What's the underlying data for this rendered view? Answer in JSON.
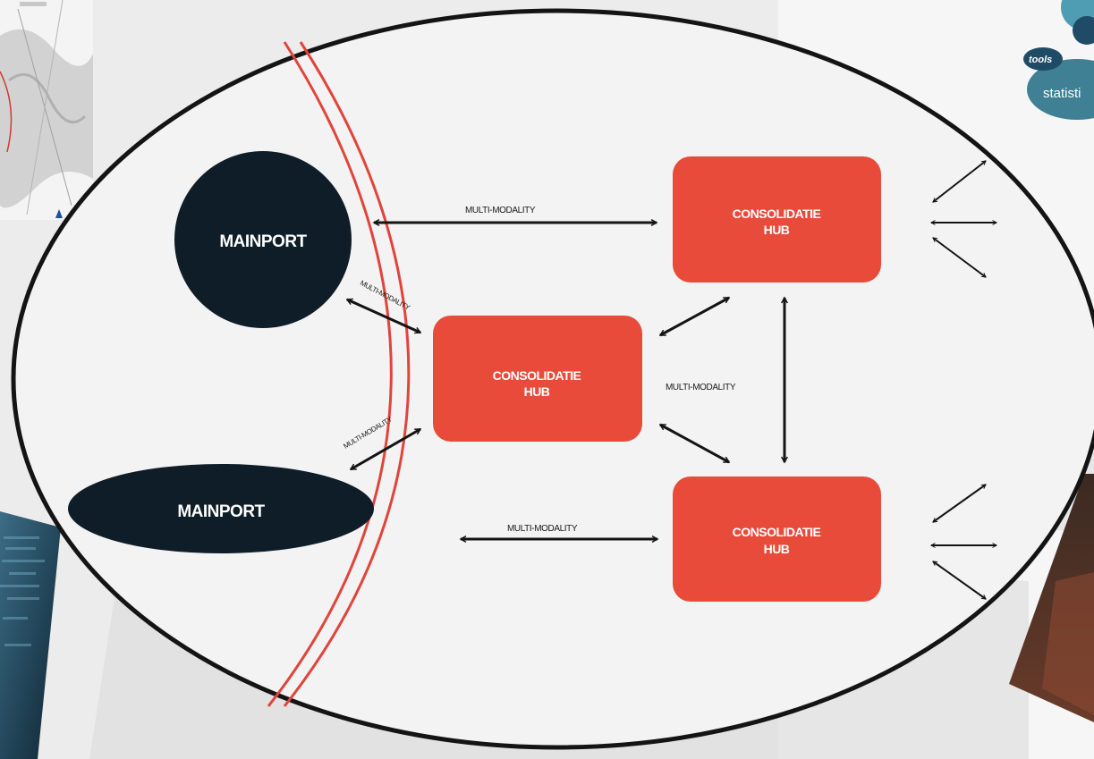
{
  "diagram": {
    "nodes": {
      "mainport_top": "MAINPORT",
      "mainport_bottom": "MAINPORT",
      "hub_top": [
        "CONSOLIDATIE",
        "HUB"
      ],
      "hub_center": [
        "CONSOLIDATIE",
        "HUB"
      ],
      "hub_bottom": [
        "CONSOLIDATIE",
        "HUB"
      ]
    },
    "edge_labels": {
      "top": "MULTI-MODALITY",
      "center": "MULTI-MODALITY",
      "bottom": "MULTI-MODALITY",
      "diag_upper": "MULTI-MODALITY",
      "diag_lower": "MULTI-MODALITY"
    }
  },
  "background": {
    "tools_tag": "tools",
    "statistics_text": "statisti"
  },
  "colors": {
    "hub_fill": "#e84b3a",
    "mainport_fill": "#0e1d27",
    "line": "#141414",
    "red_line": "#e0443a",
    "cloud_teal": "#3f8095",
    "cloud_navy": "#1f4b66"
  },
  "icons": [
    "bidirectional-arrow-icon",
    "cloud-icon",
    "map-marker-icon"
  ]
}
